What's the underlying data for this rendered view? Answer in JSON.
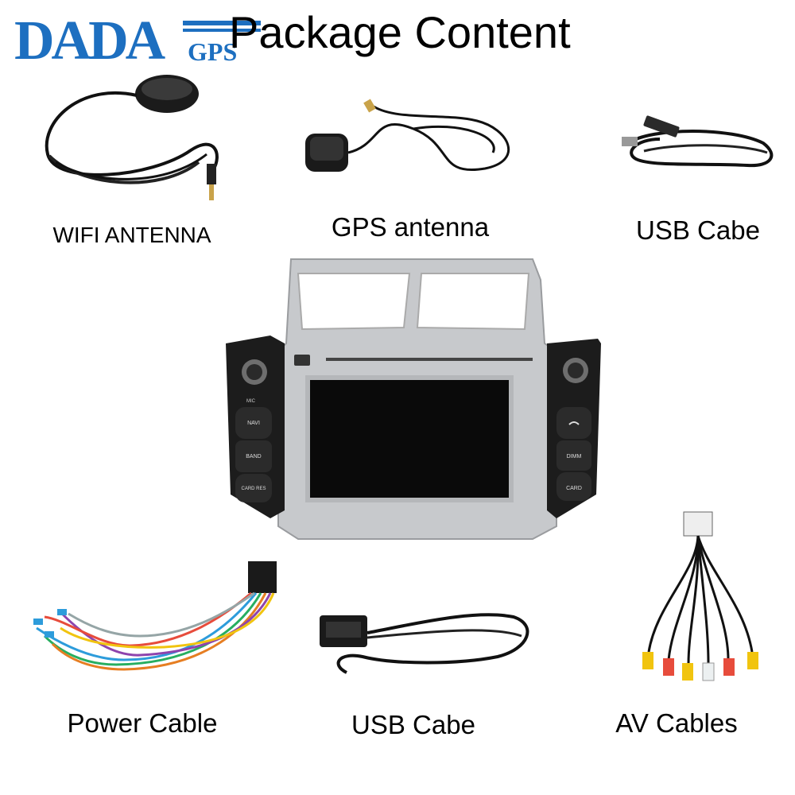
{
  "header": {
    "title": "Package Content",
    "logo_main": "DADA",
    "logo_sub": "GPS"
  },
  "items": [
    {
      "label": "WIFI ANTENNA",
      "icon": "wifi-antenna-icon"
    },
    {
      "label": "GPS antenna",
      "icon": "gps-antenna-icon"
    },
    {
      "label": "USB Cabe",
      "icon": "usb-cable-icon"
    },
    {
      "label": "Power Cable",
      "icon": "power-cable-icon"
    },
    {
      "label": "USB Cabe",
      "icon": "usb-cable-icon"
    },
    {
      "label": "AV Cables",
      "icon": "av-cables-icon"
    }
  ],
  "head_unit": {
    "left_buttons": [
      "NAVI",
      "BAND",
      "CARD RES"
    ],
    "right_buttons": [
      "DIMM",
      "CARD"
    ],
    "mic_label": "MIC"
  },
  "colors": {
    "logo_blue": "#1d6fc0",
    "panel_silver": "#c7c9cc",
    "screen": "#0a0a0a"
  }
}
